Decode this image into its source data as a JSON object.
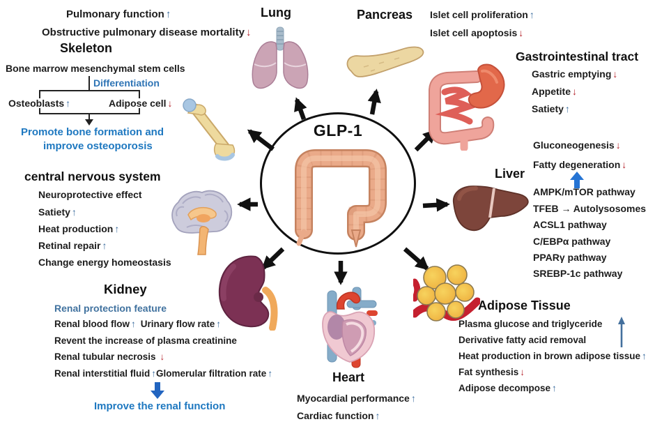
{
  "center": {
    "label": "GLP-1"
  },
  "colors": {
    "text": "#1c1c1c",
    "blue_bright": "#1e78c0",
    "blue_steel": "#41729f",
    "arrow_up_blue": "#3c6d9f",
    "arrow_down_red": "#b5222a",
    "radial_arrow_black": "#111111"
  },
  "sections": {
    "pulmonary": {
      "items": [
        {
          "label": "Pulmonary function",
          "arrow": "↑",
          "dir": "up"
        },
        {
          "label": "Obstructive pulmonary disease mortality",
          "arrow": "↓",
          "dir": "down"
        }
      ]
    },
    "lung": {
      "title": "Lung"
    },
    "pancreas": {
      "title": "Pancreas",
      "items": [
        {
          "label": "Islet cell proliferation",
          "arrow": "↑",
          "dir": "up"
        },
        {
          "label": "Islet cell apoptosis",
          "arrow": "↓",
          "dir": "down"
        }
      ]
    },
    "gi": {
      "title": "Gastrointestinal tract",
      "items": [
        {
          "label": "Gastric emptying",
          "arrow": "↓",
          "dir": "down"
        },
        {
          "label": "Appetite",
          "arrow": "↓",
          "dir": "down"
        },
        {
          "label": "Satiety",
          "arrow": "↑",
          "dir": "up"
        }
      ]
    },
    "liver": {
      "title": "Liver",
      "effects": [
        {
          "label": "Gluconeogenesis",
          "arrow": "↓",
          "dir": "down"
        },
        {
          "label": "Fatty degeneration",
          "arrow": "↓",
          "dir": "down"
        }
      ],
      "link_arrow_dir": "up",
      "pathways": [
        {
          "label": "AMPK/mTOR pathway"
        },
        {
          "label": "TFEB → Autolysosomes"
        },
        {
          "label": "ACSL1 pathway"
        },
        {
          "label": "C/EBPα pathway"
        },
        {
          "label": "PPARγ pathway"
        },
        {
          "label": "SREBP-1c pathway"
        }
      ]
    },
    "adipose": {
      "title": "Adipose Tissue",
      "shared_arrow_dir": "up",
      "items": [
        {
          "label": "Plasma glucose and triglyceride"
        },
        {
          "label": "Derivative fatty acid removal"
        },
        {
          "label": "Heat production in brown adipose tissue",
          "arrow": "↑",
          "dir": "up"
        },
        {
          "label": "Fat synthesis",
          "arrow": "↓",
          "dir": "down"
        },
        {
          "label": "Adipose decompose",
          "arrow": "↑",
          "dir": "up"
        }
      ]
    },
    "heart": {
      "title": "Heart",
      "items": [
        {
          "label": "Myocardial performance",
          "arrow": "↑",
          "dir": "up"
        },
        {
          "label": "Cardiac function",
          "arrow": "↑",
          "dir": "up"
        }
      ]
    },
    "kidney": {
      "title": "Kidney",
      "subtitle": "Renal protection feature",
      "line1": {
        "a": {
          "label": "Renal blood flow",
          "arrow": "↑",
          "dir": "up"
        },
        "b": {
          "label": "Urinary flow rate",
          "arrow": "↑",
          "dir": "up"
        }
      },
      "line2": {
        "label": "Revent the increase of plasma creatinine"
      },
      "line3": {
        "label": "Renal tubular necrosis",
        "arrow": "↓",
        "dir": "down"
      },
      "line4": {
        "a": {
          "label": "Renal interstitial fluid",
          "arrow": "↑",
          "dir": "up"
        },
        "b": {
          "label": "Glomerular filtration rate",
          "arrow": "↑",
          "dir": "up"
        }
      },
      "conclusion_arrow_dir": "down",
      "conclusion": "Improve the renal function"
    },
    "cns": {
      "title": "central nervous system",
      "items": [
        {
          "label": "Neuroprotective effect"
        },
        {
          "label": "Satiety",
          "arrow": "↑",
          "dir": "up"
        },
        {
          "label": "Heat production",
          "arrow": "↑",
          "dir": "up"
        },
        {
          "label": "Retinal repair",
          "arrow": "↑",
          "dir": "up"
        },
        {
          "label": "Change energy homeostasis"
        }
      ]
    },
    "skeleton": {
      "title": "Skeleton",
      "source": "Bone marrow mesenchymal stem cells",
      "process": "Differentiation",
      "left": {
        "label": "Osteoblasts",
        "arrow": "↑",
        "dir": "up"
      },
      "right": {
        "label": "Adipose cell",
        "arrow": "↓",
        "dir": "down"
      },
      "outcome1": "Promote bone formation and",
      "outcome2": "improve osteoporosis"
    }
  },
  "icons": {
    "center": "large-intestine",
    "lung": "lungs",
    "pancreas": "pancreas",
    "gi": "stomach-and-intestines",
    "liver": "liver",
    "adipose": "fat-cells",
    "heart": "heart",
    "kidney": "kidney",
    "cns": "brain",
    "skeleton": "femur-bone"
  }
}
